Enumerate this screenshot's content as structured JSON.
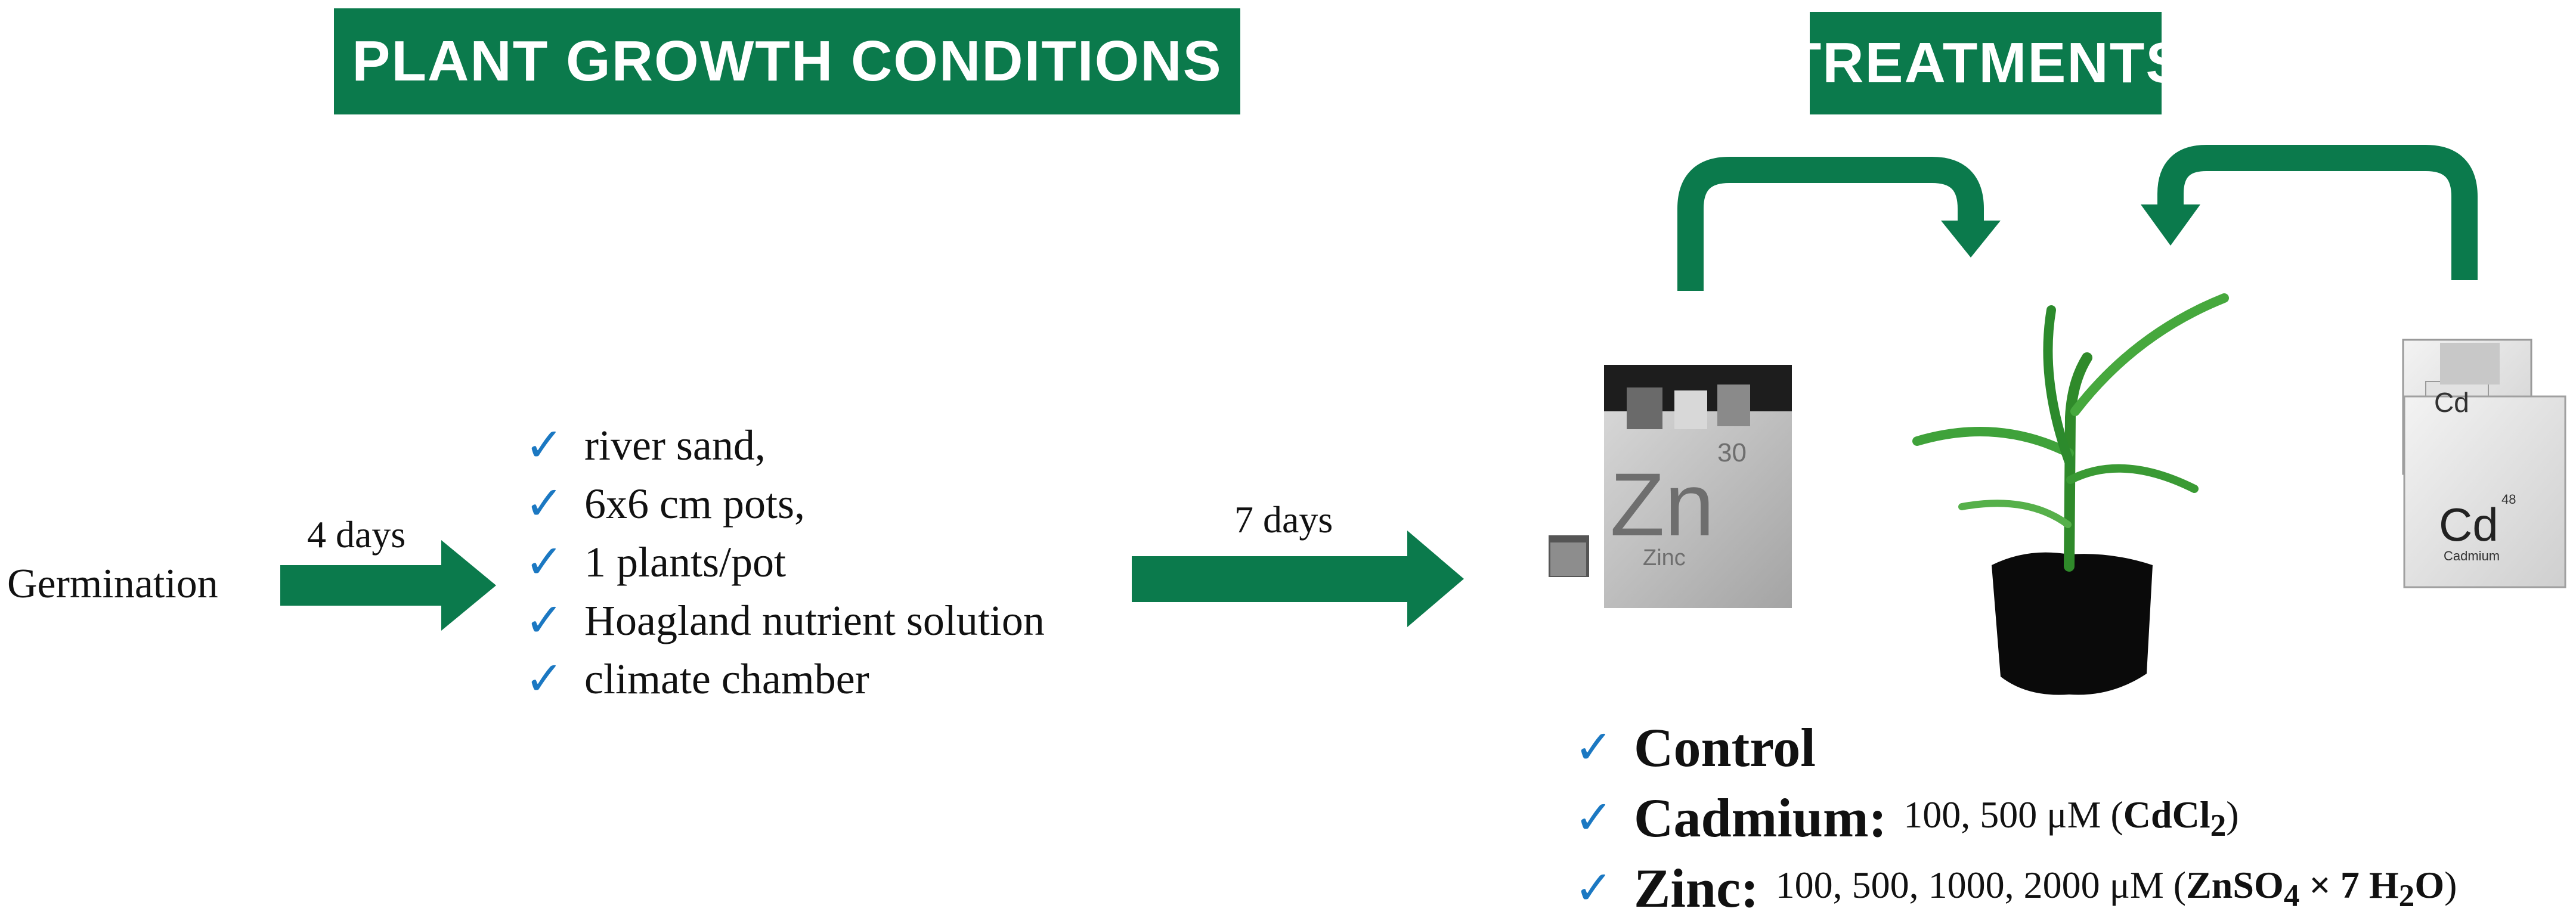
{
  "banners": {
    "left": "PLANT GROWTH CONDITIONS",
    "right": "TREATMENTS"
  },
  "flow": {
    "start": "Germination",
    "arrow1_label": "4 days",
    "arrow2_label": "7 days"
  },
  "conditions": [
    "river sand,",
    "6x6 cm pots,",
    "1 plants/pot",
    "Hoagland nutrient solution",
    "climate chamber"
  ],
  "elements": {
    "zinc": {
      "symbol": "Zn",
      "number": "30",
      "name": "Zinc"
    },
    "cadmium": {
      "symbol": "Cd",
      "number": "48",
      "name": "Cadmium"
    }
  },
  "treatments": {
    "control": {
      "name": "Control"
    },
    "cadmium": {
      "name": "Cadmium:",
      "values": "100, 500 μM",
      "compound_open": "(",
      "compound": "CdCl",
      "compound_sub": "2",
      "compound_close": ")"
    },
    "zinc": {
      "name": "Zinc:",
      "values": "100, 500, 1000, 2000 μM",
      "compound_open": "(",
      "compound_a": "ZnSO",
      "compound_sub1": "4",
      "compound_b": " × 7 H",
      "compound_sub2": "2",
      "compound_c": "O",
      "compound_close": ")"
    }
  },
  "check_symbol": "✓",
  "colors": {
    "accent_green": "#0b7a4c",
    "check_blue": "#1b78c2"
  }
}
